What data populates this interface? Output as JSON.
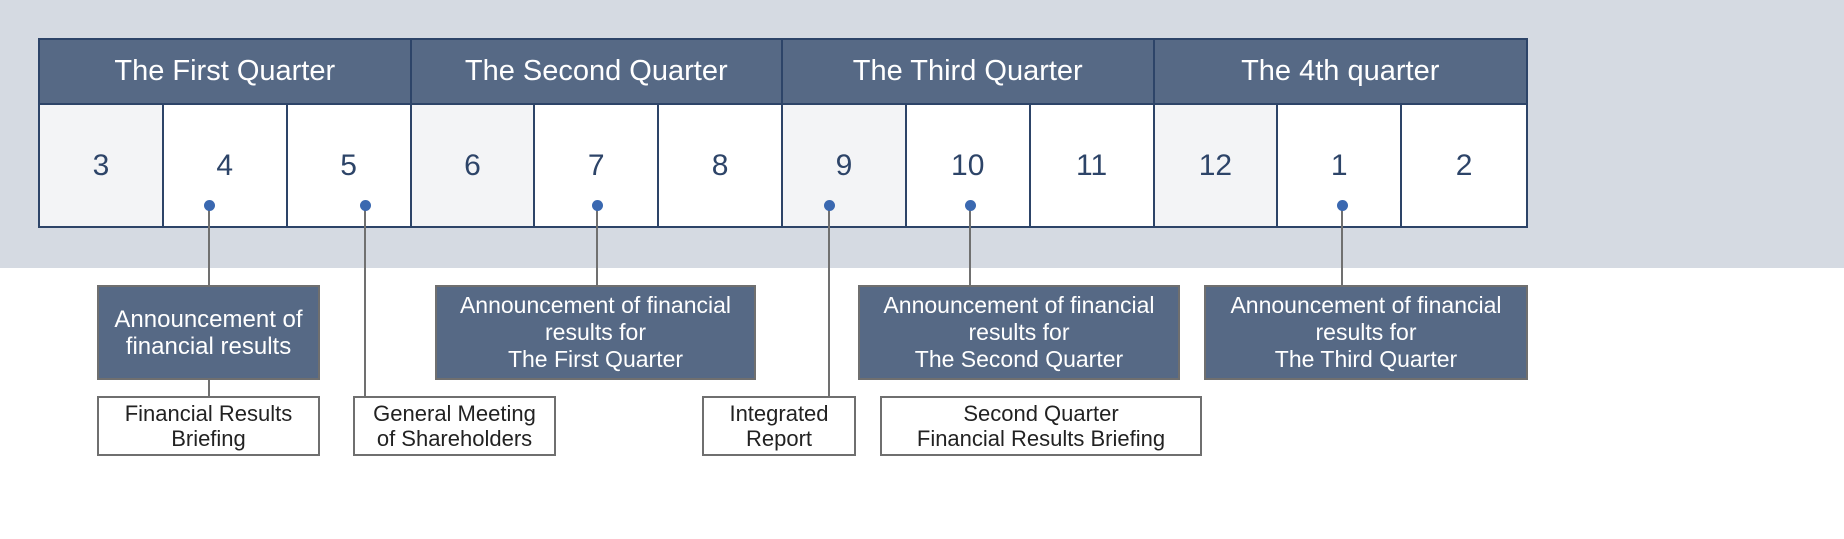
{
  "quarters": [
    "The First Quarter",
    "The Second Quarter",
    "The Third Quarter",
    "The 4th quarter"
  ],
  "months": [
    "3",
    "4",
    "5",
    "6",
    "7",
    "8",
    "9",
    "10",
    "11",
    "12",
    "1",
    "2"
  ],
  "events": {
    "announce_fy": "Announcement of\nfinancial results",
    "briefing": "Financial Results\nBriefing",
    "agm": "General Meeting\nof Shareholders",
    "announce_q1": "Announcement of financial\nresults for\nThe First Quarter",
    "integrated": "Integrated\nReport",
    "announce_q2": "Announcement of financial\nresults for\nThe Second Quarter",
    "briefing_q2": "Second Quarter\nFinancial Results Briefing",
    "announce_q3": "Announcement of financial\nresults for\nThe Third Quarter"
  }
}
